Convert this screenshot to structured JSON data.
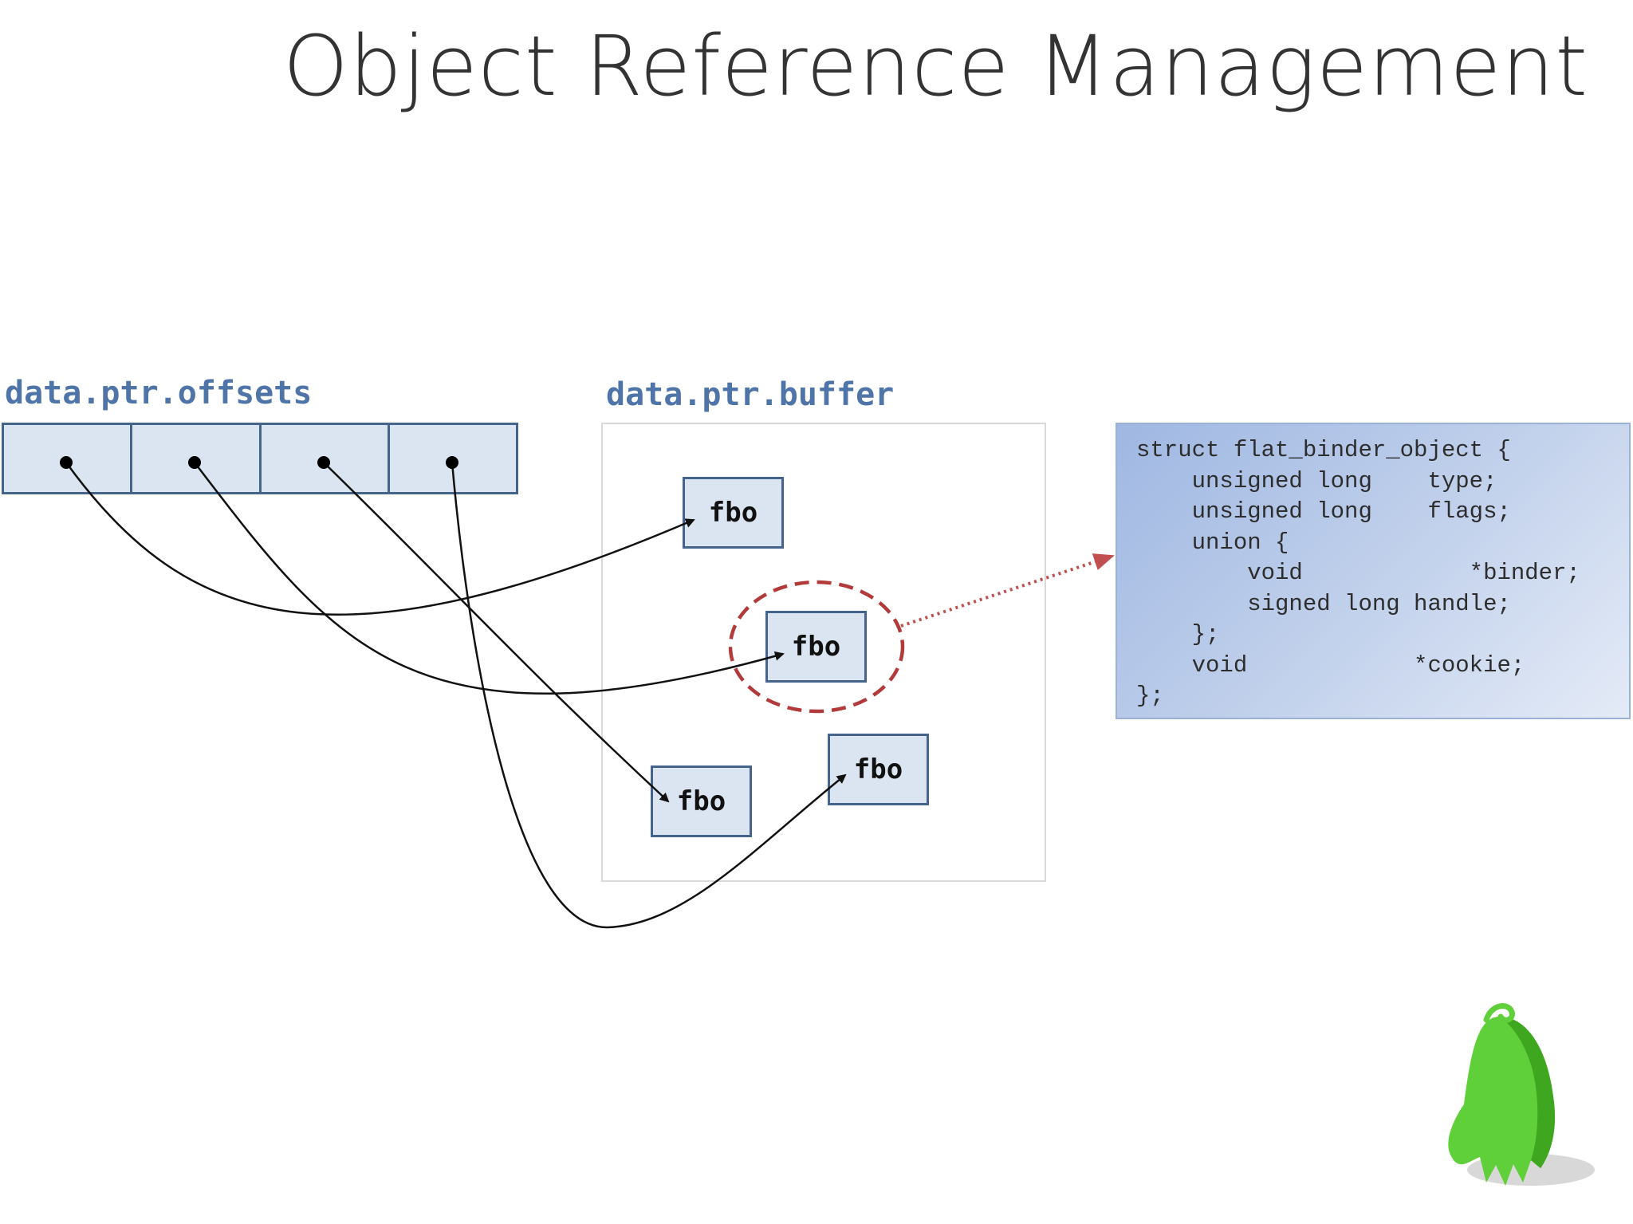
{
  "slide": {
    "title": "Object Reference Management"
  },
  "offsets": {
    "label": "data.ptr.offsets",
    "cell_count": 4
  },
  "buffer": {
    "label": "data.ptr.buffer",
    "fbo_label": "fbo",
    "fbos": [
      {
        "label": "fbo"
      },
      {
        "label": "fbo"
      },
      {
        "label": "fbo"
      },
      {
        "label": "fbo"
      }
    ]
  },
  "struct_definition": {
    "lines": [
      "struct flat_binder_object {",
      "    unsigned long    type;",
      "    unsigned long    flags;",
      "    union {",
      "        void            *binder;",
      "        signed long handle;",
      "    };",
      "    void            *cookie;",
      "};"
    ]
  },
  "colors": {
    "cell_fill": "#dbe5f1",
    "cell_border": "#45648c",
    "label_blue": "#4f74a8",
    "highlight_red": "#b33a3a",
    "struct_fill": "#b0c4e8",
    "mascot_green": "#5fcf3a"
  },
  "icons": {
    "mascot": "green-blob-mascot"
  }
}
